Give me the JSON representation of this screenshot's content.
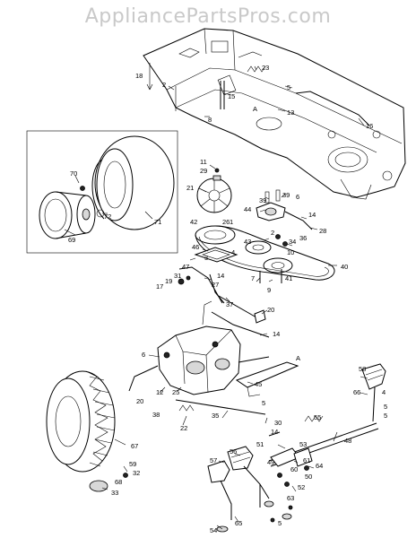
{
  "watermark": "AppliancePartsPros.com",
  "part_labels": [
    "18",
    "2",
    "15",
    "23",
    "5",
    "13",
    "16",
    "8",
    "A",
    "70",
    "71",
    "72",
    "69",
    "11",
    "29",
    "21",
    "26",
    "44",
    "39",
    "39",
    "6",
    "14",
    "28",
    "36",
    "42",
    "2",
    "34",
    "10",
    "43",
    "40",
    "41",
    "9",
    "7",
    "1",
    "46",
    "3",
    "4",
    "47",
    "14",
    "27",
    "31",
    "19",
    "17",
    "37",
    "20",
    "14",
    "6",
    "A",
    "12",
    "25",
    "20",
    "45",
    "38",
    "22",
    "35",
    "5",
    "30",
    "14",
    "58",
    "66",
    "4",
    "5",
    "5",
    "55",
    "48",
    "51",
    "53",
    "56",
    "57",
    "61",
    "60",
    "64",
    "50",
    "62",
    "63",
    "52",
    "49",
    "65",
    "54",
    "5",
    "59",
    "32",
    "33",
    "68",
    "67"
  ]
}
